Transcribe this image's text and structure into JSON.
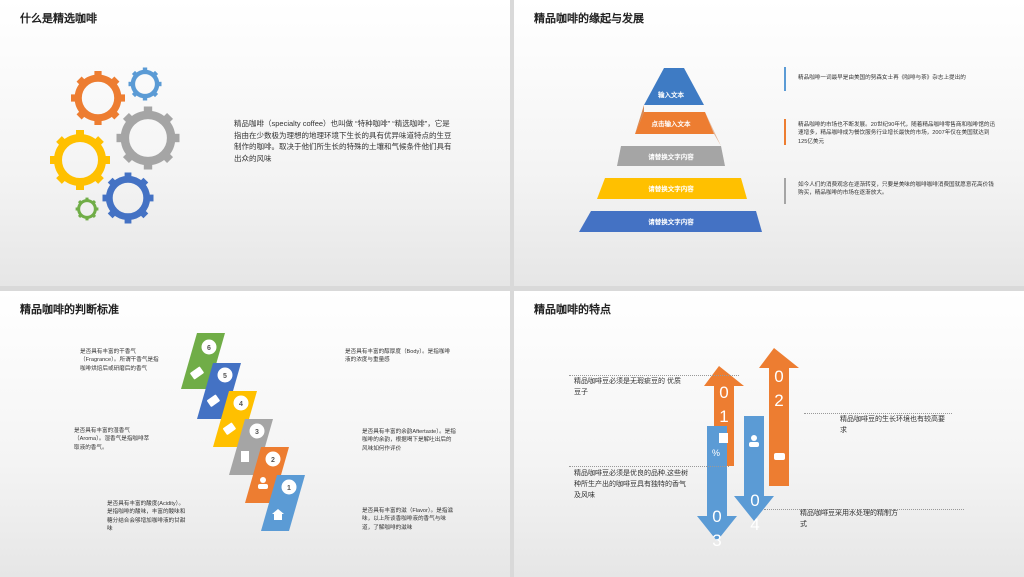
{
  "slide1": {
    "title": "什么是精选咖啡",
    "text": "精品咖啡（specialty coffee）也叫做 “特种咖啡” “精选咖啡”，它是指由在少数极为理想的地理环境下生长的具有优异味道特点的生豆制作的咖啡。取决于他们所生长的特殊的土壤和气候条件他们具有出众的风味"
  },
  "slide2": {
    "title": "精品咖啡的缘起与发展",
    "tiers": [
      "输入文本",
      "点击输入文本",
      "请替换文字内容",
      "请替换文字内容",
      "请替换文字内容"
    ],
    "notes": [
      "精品咖啡一词最早是由美国的努森女士再《咖啡与茶》杂志上提出的",
      "精品咖啡的市场也不断发展。20世纪90年代，随着精品咖啡零售商和咖啡馆的迅速增多，精品咖啡成为餐饮服务行业增长最快的市场，2007年仅在美国就达到125亿美元",
      "如今人们的消费观念在逐渐转变，只要是美味的咖啡咖啡消费国就愿意花高价钱购买，精品咖啡的市场在逐渐放大。"
    ],
    "colors": [
      "#3e7bc4",
      "#ed7d31",
      "#a5a5a5",
      "#ffc000",
      "#4472c4"
    ]
  },
  "slide3": {
    "title": "精品咖啡的判断标准",
    "steps": [
      "6",
      "5",
      "4",
      "3",
      "2",
      "1"
    ],
    "criteria": [
      "是否具有丰富的干香气（Fragrance）。所谓干香气是指咖啡烘焙后或研磨后的香气",
      "是否具有丰富的湿香气（Aroma）。湿香气是指咖啡萃取液的香气。",
      "是否具有丰富的酸度(Acidity）。是指咖啡的酸味，丰富的酸味和糖分结合会够增加咖啡液的甘甜味",
      "是否具有丰富的醇厚度（Body）。是指咖啡液的浓度与重量感",
      "是否具有丰富的余韵Aftertaste）。是指咖啡的余韵，根据喝下是解吐出后的风味如何作评价",
      "是否具有丰富的滋（Flavor）。是指滋味，以上所谈香咖啡液的香气与味道，了解咖啡的滋味"
    ]
  },
  "slide4": {
    "title": "精品咖啡的特点",
    "numbers": [
      "0 1",
      "0 2",
      "0 3",
      "0 4"
    ],
    "points": [
      "精品咖啡豆必须是无瑕疵豆的 优质豆子",
      "精品咖啡豆的生长环境也有较高要求",
      "精品咖啡豆必须是优良的品种,这些树种所生产出的咖啡豆具有独特的香气及风味",
      "精品咖啡豆采用水处理的精制方式"
    ]
  }
}
